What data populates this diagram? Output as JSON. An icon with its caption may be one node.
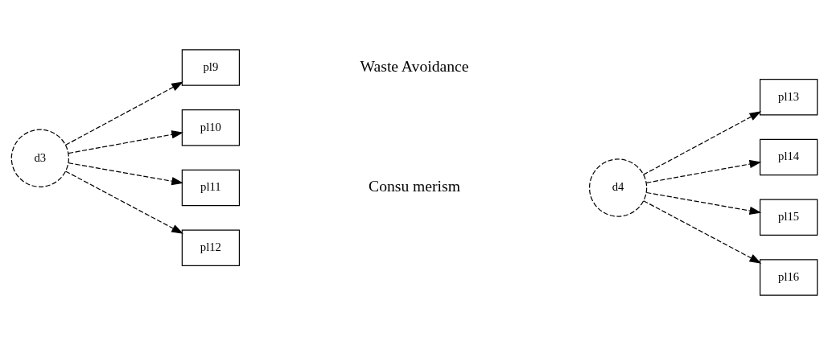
{
  "diagram": {
    "nodes": [
      {
        "text": [
          "d3"
        ]
      },
      {
        "text": [
          "pl9"
        ]
      },
      {
        "text": [
          "pl10"
        ]
      },
      {
        "text": [
          "pl11"
        ]
      },
      {
        "text": [
          "pl12"
        ]
      },
      {
        "text": [
          "d4"
        ]
      },
      {
        "text": [
          "pl13"
        ]
      },
      {
        "text": [
          "pl14"
        ]
      },
      {
        "text": [
          "pl15"
        ]
      },
      {
        "text": [
          "pl16"
        ]
      }
    ],
    "edges": [
      {
        "from": 0,
        "to": 1,
        "arrow": "to",
        "style": "dashed"
      },
      {
        "from": 0,
        "to": 2,
        "arrow": "to",
        "style": "dashed"
      },
      {
        "from": 0,
        "to": 3,
        "arrow": "to",
        "style": "dashed"
      },
      {
        "from": 0,
        "to": 4,
        "arrow": "to",
        "style": "dashed"
      },
      {
        "from": 5,
        "to": 6,
        "arrow": "to",
        "style": "dashed"
      },
      {
        "from": 5,
        "to": 7,
        "arrow": "to",
        "style": "dashed"
      },
      {
        "from": 5,
        "to": 8,
        "arrow": "to",
        "style": "dashed"
      },
      {
        "from": 5,
        "to": 9,
        "arrow": "to",
        "style": "dashed"
      }
    ],
    "labels": [
      "Waste Avoidance",
      "Consu merism"
    ]
  }
}
